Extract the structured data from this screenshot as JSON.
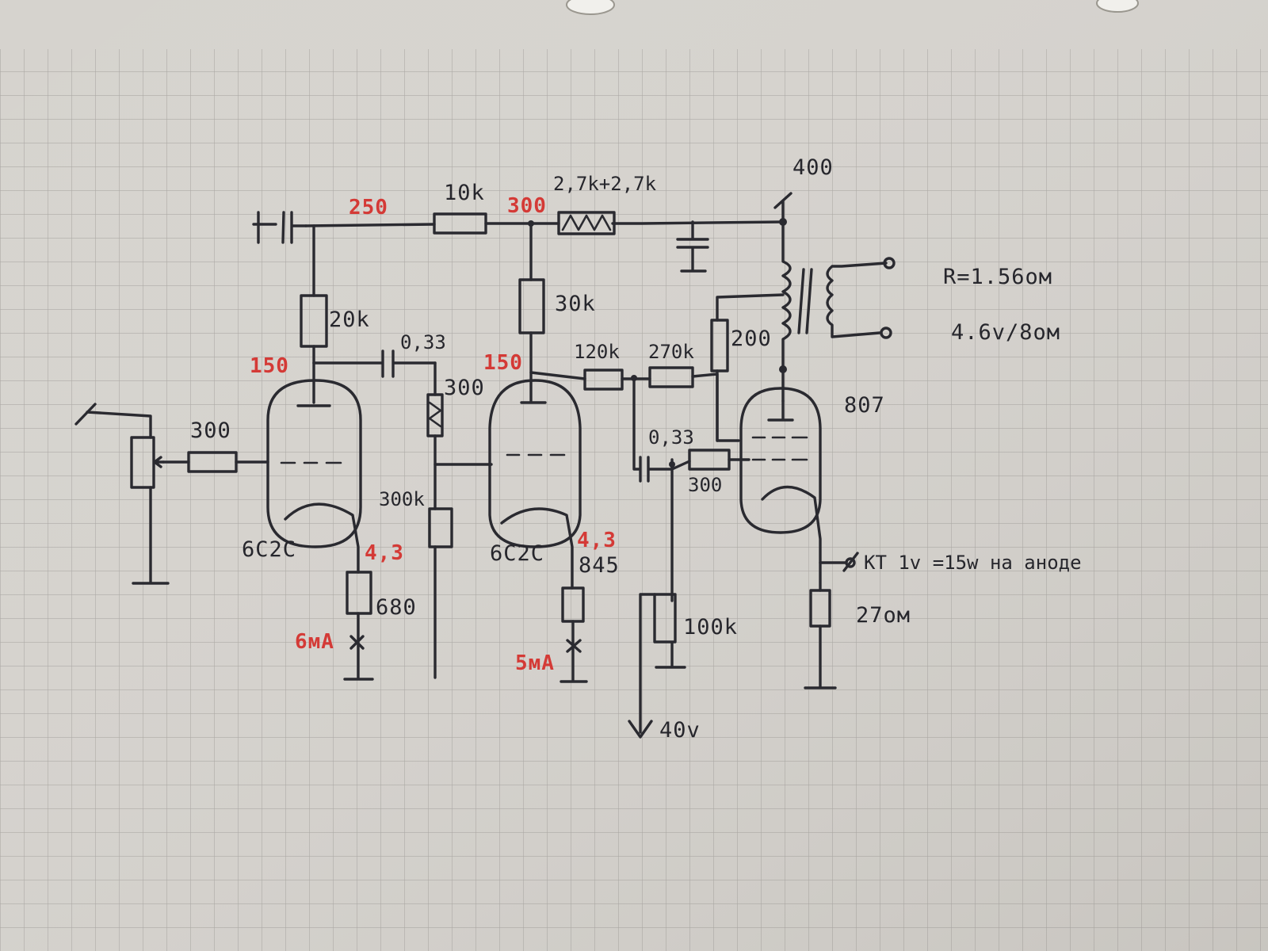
{
  "labels": {
    "supply_400": "400",
    "r_10k": "10k",
    "r_dropper": "2,7k+2,7k",
    "r_20k": "20k",
    "c_033_a": "0,33",
    "r_300_grid_a": "300",
    "r_300_grid_b": "300",
    "r_300k": "300k",
    "tube_a": "6C2C",
    "r_680": "680",
    "r_30k": "30k",
    "r_120k": "120k",
    "r_270k": "270k",
    "r_200": "200",
    "tube_b": "6C2C",
    "r_845": "845",
    "c_033_b": "0,33",
    "r_300_grid_c": "300",
    "pot_100k": "100k",
    "bias_40v": "40v",
    "tube_c": "807",
    "impedance": "R=1.56ом",
    "output_level": "4.6v/8ом",
    "cathode_note": "KT 1v =15w на аноде",
    "r_27": "27ом"
  },
  "red_labels": {
    "v_250": "250",
    "v_300": "300",
    "v_150_a": "150",
    "v_150_b": "150",
    "v_43_a": "4,3",
    "v_43_b": "4,3",
    "i_6ma": "6мА",
    "i_5ma": "5мА"
  }
}
